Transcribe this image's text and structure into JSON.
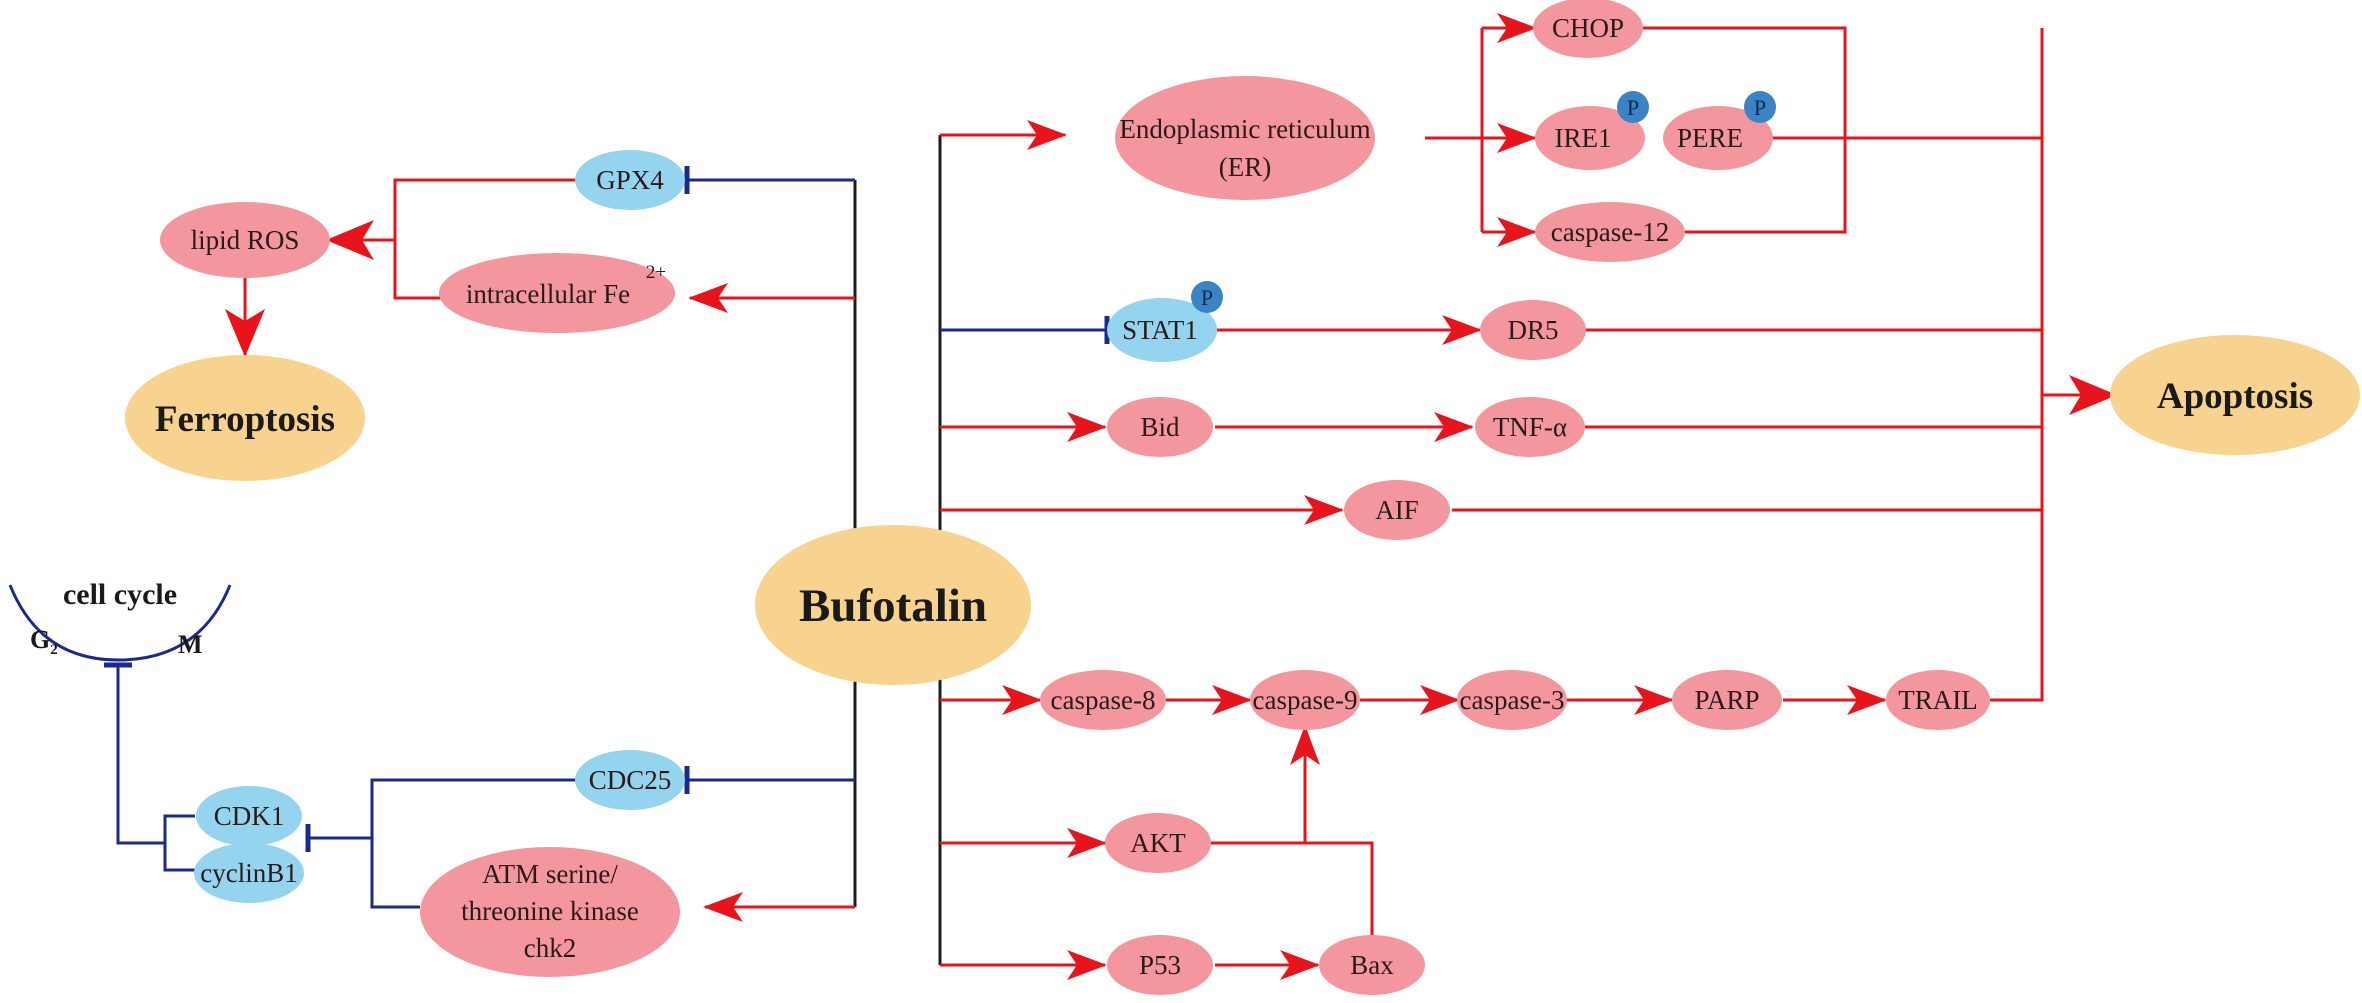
{
  "colors": {
    "activation": "#e8141c",
    "inhibition": "#1a2a8a",
    "neutral_line": "#1c1c1c",
    "pink_node": "#f3969d",
    "blue_node": "#95d4ef",
    "orange_node": "#f8d28f",
    "phospho_badge": "#3a84c6"
  },
  "nodes": {
    "bufotalin": "Bufotalin",
    "ferroptosis": "Ferroptosis",
    "apoptosis": "Apoptosis",
    "lipid_ros": "lipid ROS",
    "gpx4": "GPX4",
    "intracellular_fe": "intracellular Fe",
    "fe_superscript": "2+",
    "cell_cycle": "cell cycle",
    "g2": "G",
    "g2_subscript": "2",
    "m_phase": "M",
    "cdk1": "CDK1",
    "cyclinb1": "cyclinB1",
    "cdc25": "CDC25",
    "atm_line1": "ATM serine/",
    "atm_line2": "threonine kinase",
    "atm_line3": "chk2",
    "er_line1": "Endoplasmic reticulum",
    "er_line2": "(ER)",
    "chop": "CHOP",
    "ire1": "IRE1",
    "pere": "PERE",
    "caspase12": "caspase-12",
    "stat1": "STAT1",
    "dr5": "DR5",
    "bid": "Bid",
    "tnfa": "TNF-α",
    "aif": "AIF",
    "caspase8": "caspase-8",
    "caspase9": "caspase-9",
    "caspase3": "caspase-3",
    "parp": "PARP",
    "trail": "TRAIL",
    "akt": "AKT",
    "p53": "P53",
    "bax": "Bax",
    "phospho": "P"
  }
}
